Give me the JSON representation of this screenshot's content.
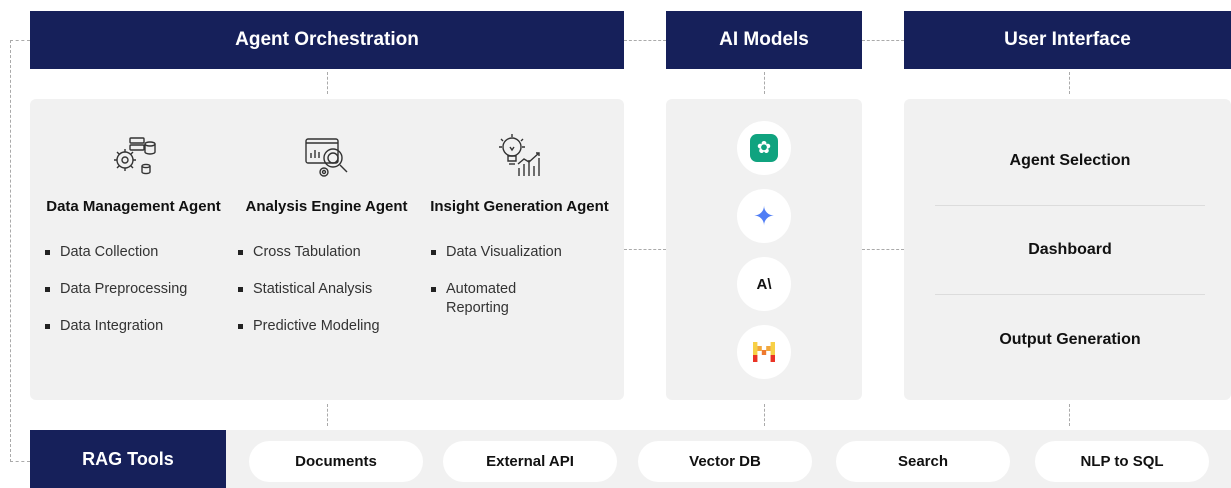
{
  "headers": {
    "orchestration": "Agent Orchestration",
    "models": "AI Models",
    "ui": "User Interface"
  },
  "agents": [
    {
      "title": "Data Management Agent",
      "icon": "gears-database-icon",
      "items": [
        "Data Collection",
        "Data Preprocessing",
        "Data Integration"
      ]
    },
    {
      "title": "Analysis Engine Agent",
      "icon": "screen-magnifier-icon",
      "items": [
        "Cross Tabulation",
        "Statistical Analysis",
        "Predictive Modeling"
      ]
    },
    {
      "title": "Insight Generation Agent",
      "icon": "lightbulb-chart-icon",
      "items": [
        "Data Visualization",
        "Automated Reporting"
      ]
    }
  ],
  "models": [
    {
      "name": "openai-logo",
      "glyph": "✿",
      "color": "#10a37f"
    },
    {
      "name": "gemini-logo",
      "glyph": "✦",
      "color": "#4f7df5"
    },
    {
      "name": "anthropic-logo",
      "glyph": "A\\",
      "color": "#111111"
    },
    {
      "name": "mistral-logo",
      "glyph": "M",
      "color": "#f2591d"
    }
  ],
  "ui_items": [
    "Agent Selection",
    "Dashboard",
    "Output Generation"
  ],
  "rag": {
    "label": "RAG Tools",
    "tools": [
      "Documents",
      "External API",
      "Vector DB",
      "Search",
      "NLP to SQL"
    ]
  }
}
